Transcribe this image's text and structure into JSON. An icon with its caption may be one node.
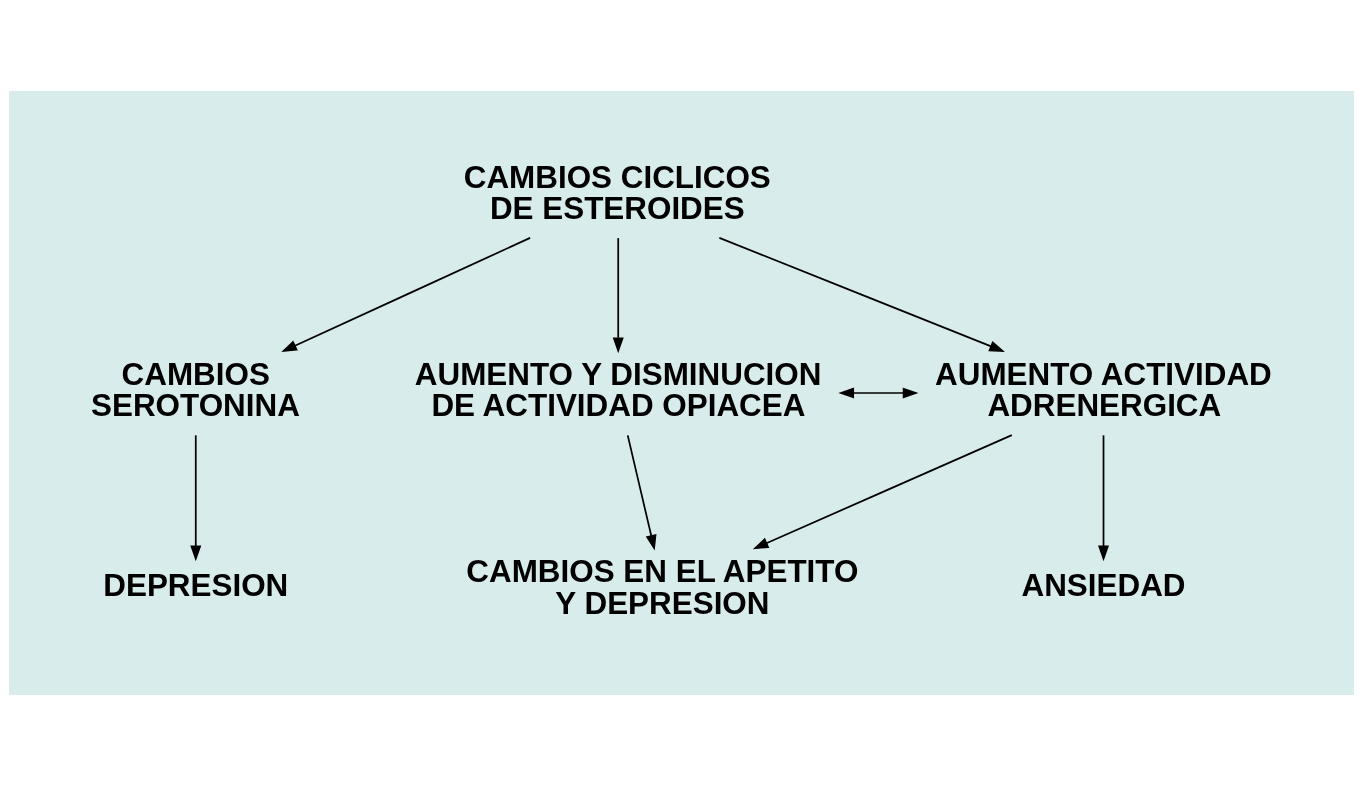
{
  "diagram": {
    "nodes": [
      {
        "text": [
          "CAMBIOS CICLICOS DE ESTEROIDES"
        ]
      },
      {
        "text": [
          "CAMBIOS SEROTONINA"
        ]
      },
      {
        "text": [
          "AUMENTO Y DISMINUCION DE ACTIVIDAD OPIACEA"
        ]
      },
      {
        "text": [
          "AUMENTO ACTIVIDAD ADRENERGICA"
        ]
      },
      {
        "text": [
          "DEPRESION"
        ]
      },
      {
        "text": [
          "CAMBIOS EN EL APETITO Y DEPRESION"
        ]
      },
      {
        "text": [
          "ANSIEDAD"
        ]
      }
    ],
    "edges": [
      {
        "from": 0,
        "to": 1,
        "arrow": "to"
      },
      {
        "from": 0,
        "to": 2,
        "arrow": "to"
      },
      {
        "from": 0,
        "to": 3,
        "arrow": "to"
      },
      {
        "from": 2,
        "to": 3,
        "arrow": "both"
      },
      {
        "from": 1,
        "to": 4,
        "arrow": "to"
      },
      {
        "from": 2,
        "to": 5,
        "arrow": "to"
      },
      {
        "from": 3,
        "to": 5,
        "arrow": "to"
      },
      {
        "from": 3,
        "to": 6,
        "arrow": "to"
      }
    ]
  }
}
